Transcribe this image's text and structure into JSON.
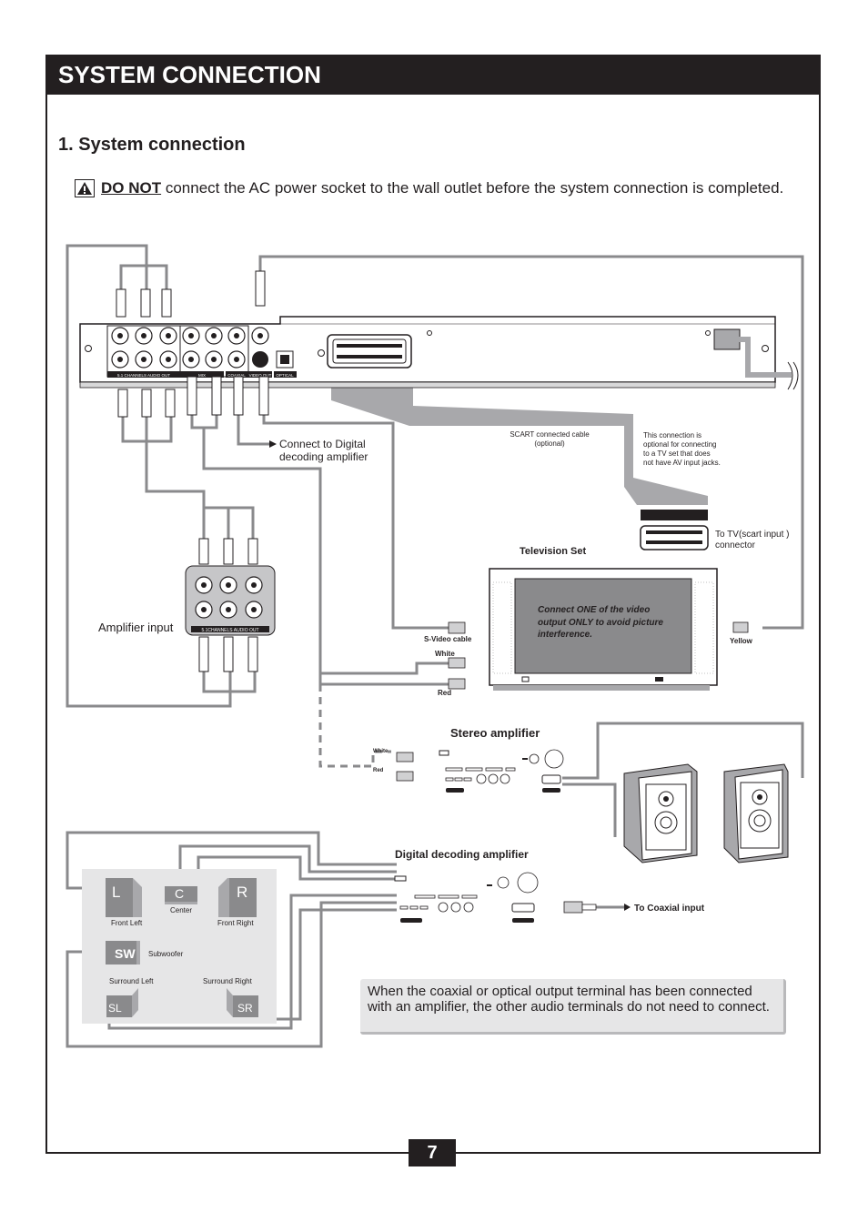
{
  "header": {
    "title": "SYSTEM CONNECTION"
  },
  "section": {
    "title": "1. System connection"
  },
  "warning": {
    "icon": "warning-triangle-icon",
    "strong": "DO NOT",
    "text": " connect the AC power socket to the wall outlet before the system connection is completed."
  },
  "diagram": {
    "player_panel_labels": {
      "ch51": "5.1 CHANNELS AUDIO OUT",
      "mix": "MIX",
      "coaxial": "COAXIAL",
      "video_out": "VIDEO OUT",
      "optical": "OPTICAL"
    },
    "connect_digital": [
      "Connect to Digital",
      "decoding amplifier"
    ],
    "scart_cable": [
      "SCART connected cable",
      "(optional)"
    ],
    "scart_note": [
      "This connection is",
      "optional for connecting",
      "to a TV set that does",
      "not have AV input jacks."
    ],
    "to_tv_scart": [
      "To  TV(scart input )",
      "connector"
    ],
    "tv_title": "Television Set",
    "tv_screen_text": [
      "Connect ONE of the video",
      "output ONLY to avoid picture",
      "interference."
    ],
    "svideo_cable": "S-Video cable",
    "white": "White",
    "red": "Red",
    "yellow": "Yellow",
    "amplifier_input": "Amplifier input",
    "amp_panel_label": "5.1CHANNELS AUDIO OUT",
    "stereo_amplifier": "Stereo amplifier",
    "stereo_white": "White",
    "stereo_red": "Red",
    "digital_amplifier": "Digital decoding amplifier",
    "to_coaxial": "To Coaxial input",
    "speakers": {
      "L": "L",
      "C": "C",
      "R": "R",
      "SW": "SW",
      "SL": "SL",
      "SR": "SR",
      "front_left": "Front Left",
      "center": "Center",
      "front_right": "Front Right",
      "subwoofer": "Subwoofer",
      "surround_left": "Surround Left",
      "surround_right": "Surround Right"
    }
  },
  "note": "When the coaxial or optical output terminal has been connected with an amplifier, the other audio terminals do not need to connect.",
  "page_number": "7"
}
